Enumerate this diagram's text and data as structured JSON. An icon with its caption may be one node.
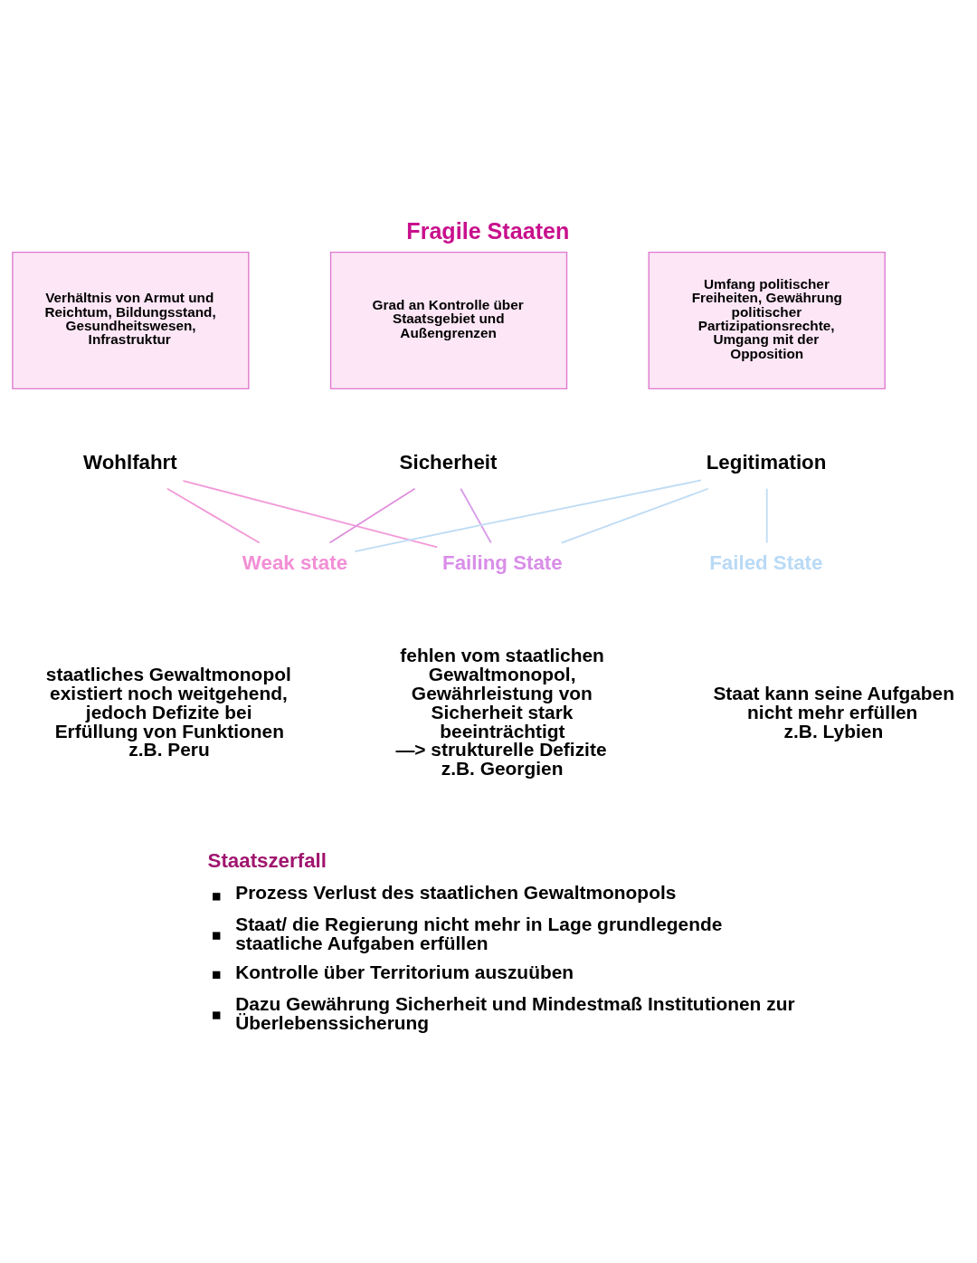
{
  "diagram": {
    "title": "Fragile Staaten",
    "nodes": [
      {
        "text": [
          "Verhältnis von Armut und Reichtum, Bildungsstand, Gesundheitswesen, Infrastruktur"
        ]
      },
      {
        "text": [
          "Grad an Kontrolle über Staatsgebiet und Außengrenzen"
        ]
      },
      {
        "text": [
          "Umfang politischer Freiheiten, Gewährung politischer Partizipationsrechte, Umgang mit der Opposition"
        ]
      },
      {
        "text": [
          "Wohlfahrt"
        ]
      },
      {
        "text": [
          "Sicherheit"
        ]
      },
      {
        "text": [
          "Legitimation"
        ]
      },
      {
        "text": [
          "Weak state"
        ],
        "beside": [
          "staatliches Gewaltmonopol existiert noch weitgehend, jedoch Defizite bei Erfüllung von Funktionen",
          "z.B. Peru"
        ]
      },
      {
        "text": [
          "Failing State"
        ],
        "beside": [
          "fehlen vom staatlichen Gewaltmonopol, Gewährleistung von Sicherheit stark beeinträchtigt",
          "—> strukturelle Defizite",
          "z.B. Georgien"
        ]
      },
      {
        "text": [
          "Failed State"
        ],
        "beside": [
          "Staat kann seine Aufgaben nicht mehr erfüllen",
          "z.B. Lybien"
        ]
      }
    ],
    "edges": [
      {
        "from": 3,
        "to": 6,
        "arrow": "none",
        "color": "#f29ad8"
      },
      {
        "from": 3,
        "to": 7,
        "arrow": "none",
        "color": "#f29ad8"
      },
      {
        "from": 4,
        "to": 6,
        "arrow": "none",
        "color": "#e08fdc"
      },
      {
        "from": 4,
        "to": 7,
        "arrow": "none",
        "color": "#d79ae8"
      },
      {
        "from": 5,
        "to": 6,
        "arrow": "none",
        "color": "#bfdcf5"
      },
      {
        "from": 5,
        "to": 7,
        "arrow": "none",
        "color": "#bfdcf5"
      },
      {
        "from": 5,
        "to": 8,
        "arrow": "none",
        "color": "#bfdcf5"
      }
    ],
    "labels": [
      "Staatszerfall",
      "Prozess Verlust des staatlichen Gewaltmonopols",
      "Staat/ die Regierung nicht mehr in Lage grundlegende staatliche Aufgaben erfüllen",
      "Kontrolle über Territorium auszuüben",
      "Dazu Gewährung Sicherheit und Mindestmaß Institutionen zur Überlebenssicherung"
    ]
  }
}
